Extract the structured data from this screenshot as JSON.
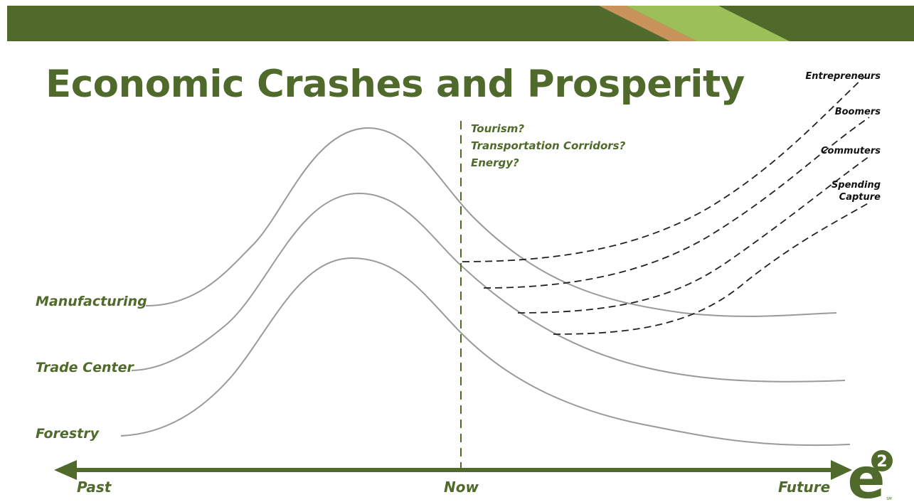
{
  "slide": {
    "title": "Economic Crashes and Prosperity",
    "colors": {
      "brand_dark": "#4f6a2a",
      "brand_light": "#9cbf5a",
      "brand_tan": "#c8935a",
      "curve": "#9a9a9a"
    }
  },
  "industries": {
    "manufacturing": "Manufacturing",
    "trade_center": "Trade Center",
    "forestry": "Forestry"
  },
  "questions": [
    "Tourism?",
    "Transportation  Corridors?",
    "Energy?"
  ],
  "futures": {
    "entrepreneurs": "Entrepreneurs",
    "boomers": "Boomers",
    "commuters": "Commuters",
    "spending": "Spending",
    "capture": "Capture"
  },
  "timeline": {
    "past": "Past",
    "now": "Now",
    "future": "Future"
  },
  "logo": {
    "letter": "e",
    "superscript": "2",
    "mark": "SM"
  }
}
